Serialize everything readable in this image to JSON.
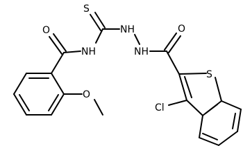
{
  "molecule": {
    "atoms": {
      "S_thione": "S",
      "NH_upper": "NH",
      "NH_lower": "NH",
      "NH_left": "NH",
      "O_left": "O",
      "O_right": "O",
      "O_methoxy": "O",
      "S_ring": "S",
      "Cl": "Cl"
    }
  }
}
